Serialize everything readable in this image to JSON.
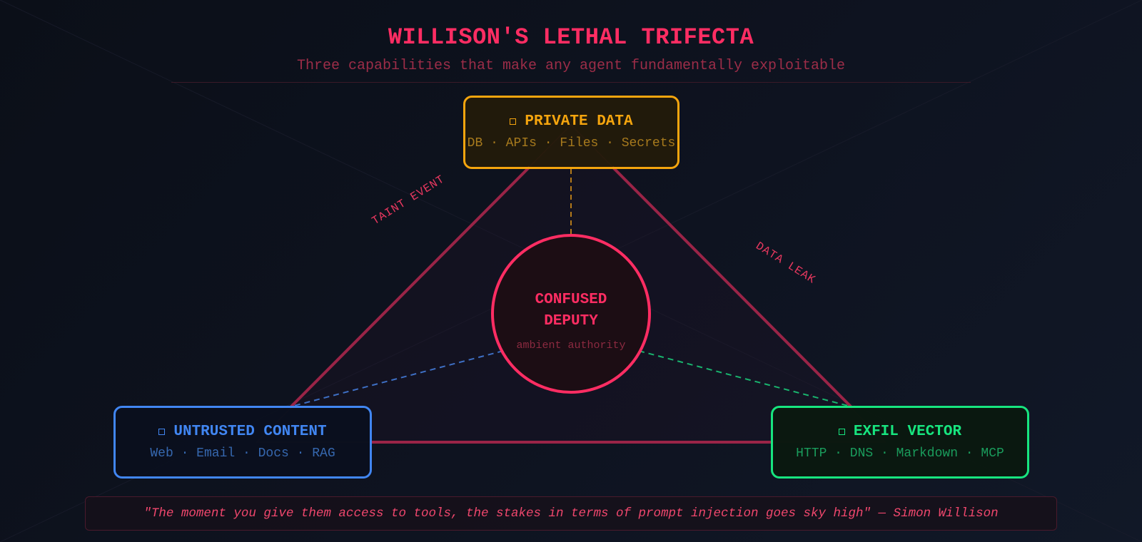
{
  "header": {
    "title": "WILLISON'S LETHAL TRIFECTA",
    "subtitle": "Three capabilities that make any agent fundamentally exploitable"
  },
  "nodes": {
    "private_data": {
      "icon": "square-outline-icon",
      "title": "PRIVATE DATA",
      "items": "DB · APIs · Files · Secrets",
      "color": "#f5a50e"
    },
    "untrusted_content": {
      "icon": "square-outline-icon",
      "title": "UNTRUSTED CONTENT",
      "items": "Web · Email · Docs · RAG",
      "color": "#4186f2"
    },
    "exfil_vector": {
      "icon": "square-outline-icon",
      "title": "EXFIL VECTOR",
      "items": "HTTP · DNS · Markdown · MCP",
      "color": "#17e57f"
    }
  },
  "center": {
    "title_line1": "CONFUSED",
    "title_line2": "DEPUTY",
    "subtitle": "ambient authority",
    "color": "#ff2d63"
  },
  "edges": {
    "left_label": "TAINT EVENT",
    "right_label": "DATA LEAK",
    "color": "#9a2447"
  },
  "footer": {
    "quote": "\"The moment you give them access to tools, the stakes in terms of prompt injection goes sky high\" — Simon Willison"
  },
  "colors": {
    "accent": "#ff2d63",
    "background": "#0d121c",
    "private": "#f5a50e",
    "untrusted": "#4186f2",
    "exfil": "#17e57f"
  }
}
